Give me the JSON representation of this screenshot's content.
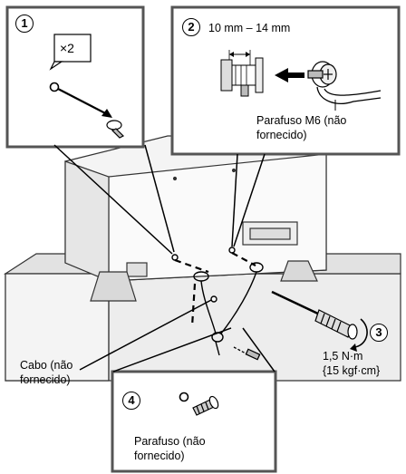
{
  "steps": {
    "step1": {
      "number": "1",
      "multiplier": "×2"
    },
    "step2": {
      "number": "2",
      "dimension": "10 mm – 14 mm",
      "screw_label_line1": "Parafuso M6 (não",
      "screw_label_line2": "fornecido)"
    },
    "step3": {
      "number": "3",
      "torque_line1": "1,5 N·m",
      "torque_line2": "{15 kgf·cm}"
    },
    "step4": {
      "number": "4",
      "screw_label_line1": "Parafuso (não",
      "screw_label_line2": "fornecido)"
    }
  },
  "cable": {
    "label_line1": "Cabo (não",
    "label_line2": "fornecido)"
  },
  "colors": {
    "line": "#000000",
    "panel_fill": "#ffffff",
    "tv_fill": "#f2f2f2",
    "cabinet_fill": "#ececec",
    "border": "#555555"
  },
  "icons": [
    "screw-icon",
    "screwdriver-icon",
    "arrow-icon",
    "rotation-arrow-icon",
    "washer-icon"
  ]
}
